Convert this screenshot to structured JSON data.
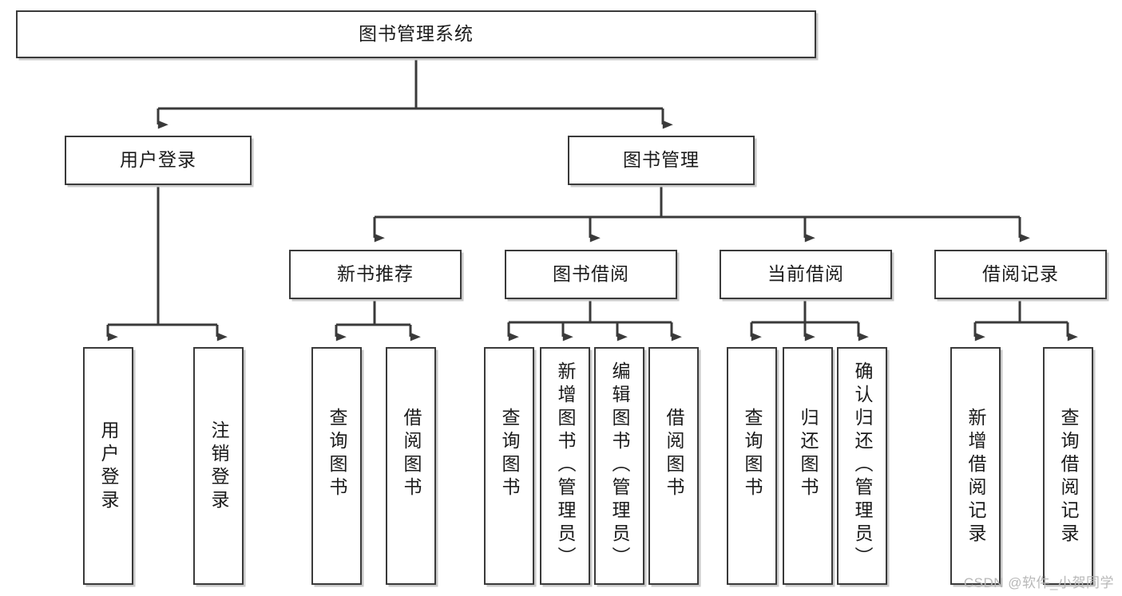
{
  "diagram": {
    "type": "tree-hierarchy-chart",
    "title": "图书管理系统",
    "background": "#ffffff",
    "line_color": "#3a3a3a",
    "box_fill": "#ffffff",
    "text_color": "#1b1b1b",
    "watermark": "CSDN @软件_小贺同学",
    "levels": [
      {
        "level": 1,
        "nodes": [
          {
            "id": "root",
            "label": "图书管理系统",
            "orientation": "horizontal"
          }
        ]
      },
      {
        "level": 2,
        "nodes": [
          {
            "id": "login",
            "label": "用户登录",
            "orientation": "horizontal",
            "parent": "root"
          },
          {
            "id": "bookmgmt",
            "label": "图书管理",
            "orientation": "horizontal",
            "parent": "root"
          }
        ]
      },
      {
        "level": 3,
        "nodes": [
          {
            "id": "newbook",
            "label": "新书推荐",
            "orientation": "horizontal",
            "parent": "bookmgmt"
          },
          {
            "id": "borrow",
            "label": "图书借阅",
            "orientation": "horizontal",
            "parent": "bookmgmt"
          },
          {
            "id": "current",
            "label": "当前借阅",
            "orientation": "horizontal",
            "parent": "bookmgmt"
          },
          {
            "id": "records",
            "label": "借阅记录",
            "orientation": "horizontal",
            "parent": "bookmgmt"
          }
        ]
      },
      {
        "level": 4,
        "nodes": [
          {
            "id": "leaf1",
            "label": "用户登录",
            "orientation": "vertical",
            "parent": "login"
          },
          {
            "id": "leaf2",
            "label": "注销登录",
            "orientation": "vertical",
            "parent": "login"
          },
          {
            "id": "leaf3",
            "label": "查询图书",
            "orientation": "vertical",
            "parent": "newbook"
          },
          {
            "id": "leaf4",
            "label": "借阅图书",
            "orientation": "vertical",
            "parent": "newbook"
          },
          {
            "id": "leaf5",
            "label": "查询图书",
            "orientation": "vertical",
            "parent": "borrow"
          },
          {
            "id": "leaf6",
            "label": "新增图书（管理员）",
            "orientation": "vertical",
            "parent": "borrow"
          },
          {
            "id": "leaf7",
            "label": "编辑图书（管理员）",
            "orientation": "vertical",
            "parent": "borrow"
          },
          {
            "id": "leaf8",
            "label": "借阅图书",
            "orientation": "vertical",
            "parent": "borrow"
          },
          {
            "id": "leaf9",
            "label": "查询图书",
            "orientation": "vertical",
            "parent": "current"
          },
          {
            "id": "leaf10",
            "label": "归还图书",
            "orientation": "vertical",
            "parent": "current"
          },
          {
            "id": "leaf11",
            "label": "确认归还（管理员）",
            "orientation": "vertical",
            "parent": "current"
          },
          {
            "id": "leaf12",
            "label": "新增借阅记录",
            "orientation": "vertical",
            "parent": "records"
          },
          {
            "id": "leaf13",
            "label": "查询借阅记录",
            "orientation": "vertical",
            "parent": "records"
          }
        ]
      }
    ]
  }
}
